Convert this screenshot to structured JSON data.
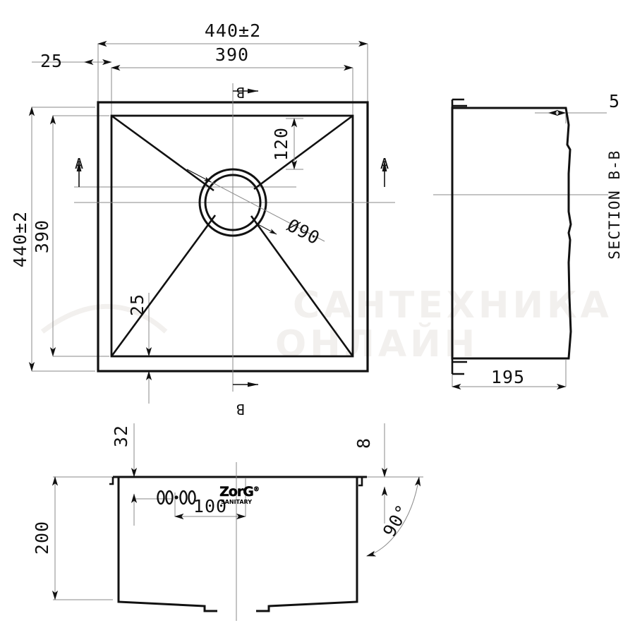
{
  "drawing": {
    "title": "Kitchen sink technical drawing",
    "brand_logo": {
      "name": "ZorG",
      "sub": "SANITARY",
      "registered_mark": "®"
    },
    "watermark": {
      "line1": "САНТЕХНИКА",
      "line2": "ОНЛАЙН"
    },
    "line_color": "#111111",
    "thin_line_color": "#8a8a8a",
    "background": "#ffffff"
  },
  "top_view": {
    "name": "top-view",
    "dimensions": {
      "overall_width": "440±2",
      "inner_width": "390",
      "overall_height": "440±2",
      "inner_height": "390",
      "rim_left": "25",
      "rim_bottom": "25",
      "drain_offset_top": "120",
      "drain_diameter": "Ø90"
    },
    "section_marks": {
      "left_a": "A",
      "right_a": "A",
      "top_b": "B",
      "bottom_b": "B"
    }
  },
  "section_bb": {
    "name": "section-b-b",
    "title": "SECTION B-B",
    "dimensions": {
      "depth": "195",
      "rim_thickness": "5"
    }
  },
  "section_aa": {
    "name": "section-a-a",
    "dimensions": {
      "height": "200",
      "rim_left_edge": "32",
      "rim_right_edge": "8",
      "hole_spacing": "100",
      "wall_angle": "90°"
    }
  }
}
